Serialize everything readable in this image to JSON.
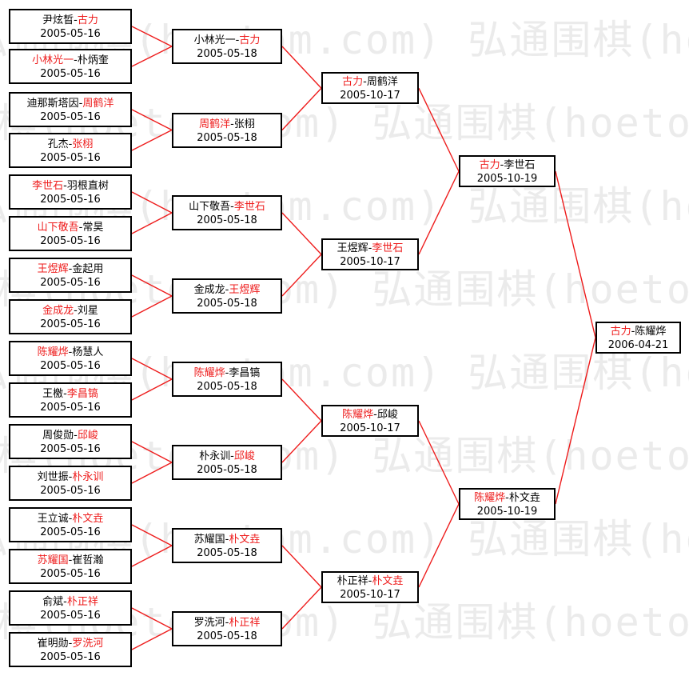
{
  "watermark": "弘通围棋(hoetom.com)",
  "colors": {
    "winner": "#ee1c1c",
    "connector": "#ee1c1c",
    "border": "#000000"
  },
  "rounds": [
    [
      {
        "left": "尹炫晳",
        "right": "古力",
        "winner": "right",
        "date": "2005-05-16"
      },
      {
        "left": "小林光一",
        "right": "朴炳奎",
        "winner": "left",
        "date": "2005-05-16"
      },
      {
        "left": "迪那斯塔因",
        "right": "周鹤洋",
        "winner": "right",
        "date": "2005-05-16"
      },
      {
        "left": "孔杰",
        "right": "张栩",
        "winner": "right",
        "date": "2005-05-16"
      },
      {
        "left": "李世石",
        "right": "羽根直树",
        "winner": "left",
        "date": "2005-05-16"
      },
      {
        "left": "山下敬吾",
        "right": "常昊",
        "winner": "left",
        "date": "2005-05-16"
      },
      {
        "left": "王煜辉",
        "right": "金起用",
        "winner": "left",
        "date": "2005-05-16"
      },
      {
        "left": "金成龙",
        "right": "刘星",
        "winner": "left",
        "date": "2005-05-16"
      },
      {
        "left": "陈耀烨",
        "right": "杨慧人",
        "winner": "left",
        "date": "2005-05-16"
      },
      {
        "left": "王檄",
        "right": "李昌镐",
        "winner": "right",
        "date": "2005-05-16"
      },
      {
        "left": "周俊勋",
        "right": "邱峻",
        "winner": "right",
        "date": "2005-05-16"
      },
      {
        "left": "刘世振",
        "right": "朴永训",
        "winner": "right",
        "date": "2005-05-16"
      },
      {
        "left": "王立诚",
        "right": "朴文垚",
        "winner": "right",
        "date": "2005-05-16"
      },
      {
        "left": "苏耀国",
        "right": "崔哲瀚",
        "winner": "left",
        "date": "2005-05-16"
      },
      {
        "left": "俞斌",
        "right": "朴正祥",
        "winner": "right",
        "date": "2005-05-16"
      },
      {
        "left": "崔明勋",
        "right": "罗洗河",
        "winner": "right",
        "date": "2005-05-16"
      }
    ],
    [
      {
        "left": "小林光一",
        "right": "古力",
        "winner": "right",
        "date": "2005-05-18"
      },
      {
        "left": "周鹤洋",
        "right": "张栩",
        "winner": "left",
        "date": "2005-05-18"
      },
      {
        "left": "山下敬吾",
        "right": "李世石",
        "winner": "right",
        "date": "2005-05-18"
      },
      {
        "left": "金成龙",
        "right": "王煜辉",
        "winner": "right",
        "date": "2005-05-18"
      },
      {
        "left": "陈耀烨",
        "right": "李昌镐",
        "winner": "left",
        "date": "2005-05-18"
      },
      {
        "left": "朴永训",
        "right": "邱峻",
        "winner": "right",
        "date": "2005-05-18"
      },
      {
        "left": "苏耀国",
        "right": "朴文垚",
        "winner": "right",
        "date": "2005-05-18"
      },
      {
        "left": "罗洗河",
        "right": "朴正祥",
        "winner": "right",
        "date": "2005-05-18"
      }
    ],
    [
      {
        "left": "古力",
        "right": "周鹤洋",
        "winner": "left",
        "date": "2005-10-17"
      },
      {
        "left": "王煜辉",
        "right": "李世石",
        "winner": "right",
        "date": "2005-10-17"
      },
      {
        "left": "陈耀烨",
        "right": "邱峻",
        "winner": "left",
        "date": "2005-10-17"
      },
      {
        "left": "朴正祥",
        "right": "朴文垚",
        "winner": "right",
        "date": "2005-10-17"
      }
    ],
    [
      {
        "left": "古力",
        "right": "李世石",
        "winner": "left",
        "date": "2005-10-19"
      },
      {
        "left": "陈耀烨",
        "right": "朴文垚",
        "winner": "left",
        "date": "2005-10-19"
      }
    ],
    [
      {
        "left": "古力",
        "right": "陈耀烨",
        "winner": "left",
        "date": "2006-04-21"
      }
    ]
  ]
}
